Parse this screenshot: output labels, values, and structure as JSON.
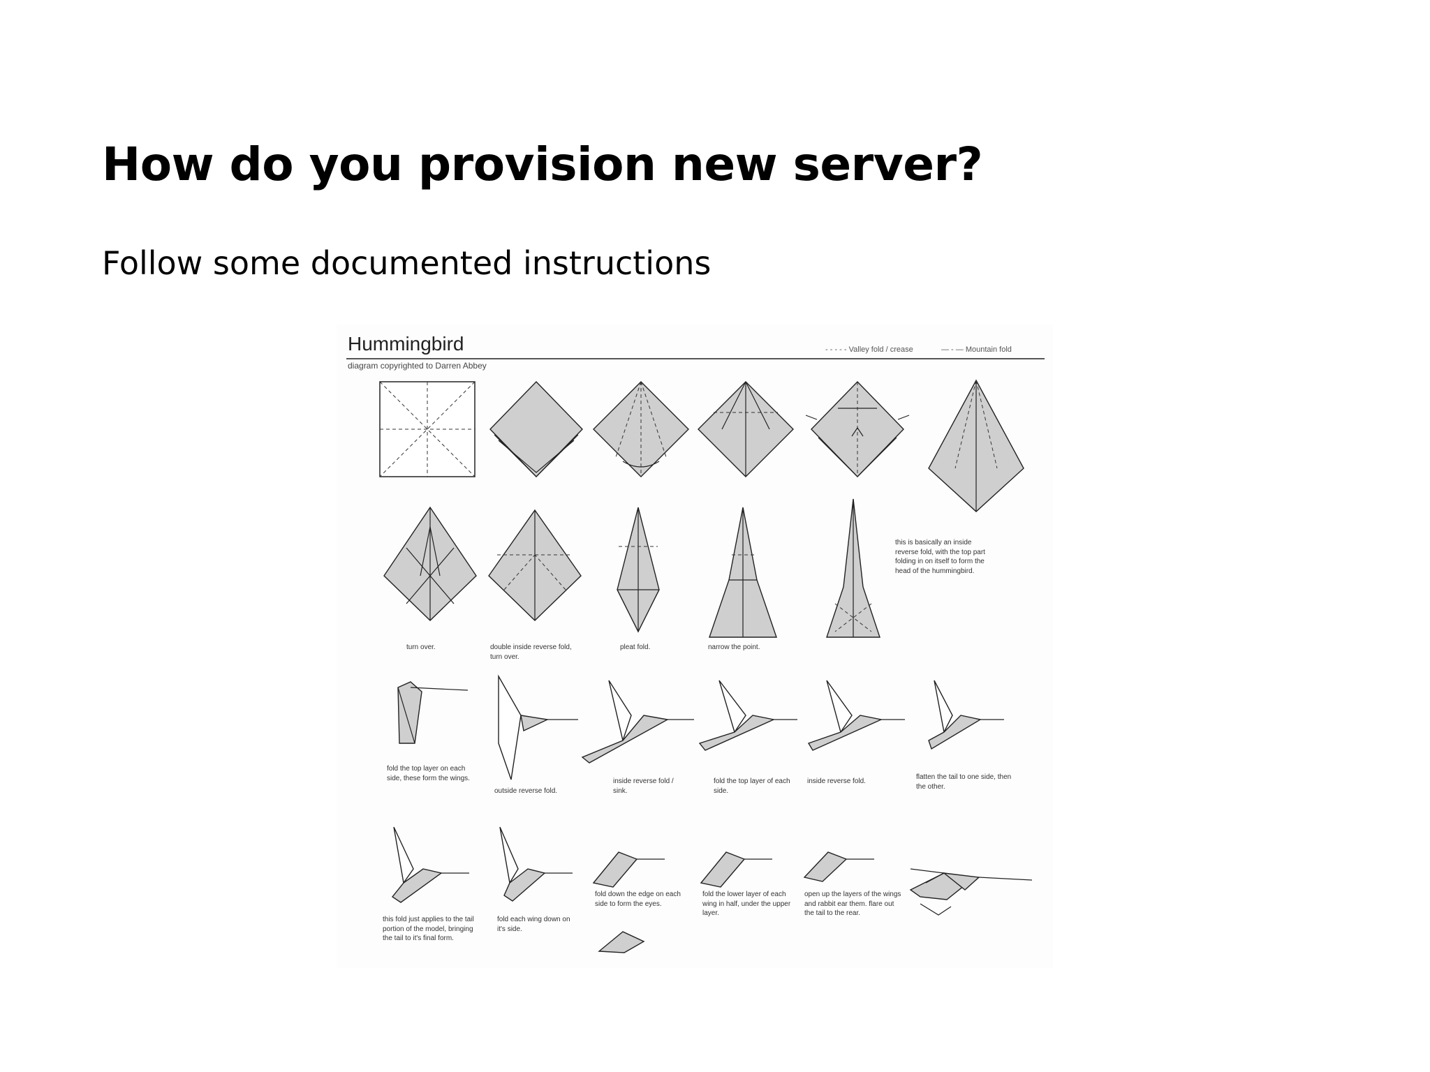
{
  "slide": {
    "title": "How do you provision new server?",
    "subtitle": "Follow some documented instructions"
  },
  "diagram": {
    "title": "Hummingbird",
    "credit": "diagram copyrighted to Darren Abbey",
    "legend_valley": "Valley fold / crease",
    "legend_mountain": "Mountain fold",
    "captions": {
      "turn_over": "turn over.",
      "double_inside_reverse": "double inside reverse fold, turn over.",
      "pleat_fold": "pleat fold.",
      "narrow_point": "narrow the point.",
      "head_note": "this is basically an inside reverse fold, with the top part folding in on itself to form the head of the hummingbird.",
      "fold_top_layer_wings": "fold the top layer on each side, these form the wings.",
      "outside_reverse": "outside reverse fold.",
      "inside_reverse_sink": "inside reverse fold / sink.",
      "fold_top_layer_each_side": "fold the top layer of each side.",
      "inside_reverse": "inside reverse fold.",
      "flatten_tail": "flatten the tail to one side, then the other.",
      "tail_fold": "this fold just applies to the tail portion of the model, bringing the tail to it's final form.",
      "fold_each_wing": "fold each wing down on it's side.",
      "fold_down_edge": "fold down the edge on each side to form the eyes.",
      "fold_lower_layer": "fold the lower layer of each wing in half, under the upper layer.",
      "open_layers": "open up the layers of the wings and rabbit ear them. flare out the tail to the rear."
    }
  }
}
